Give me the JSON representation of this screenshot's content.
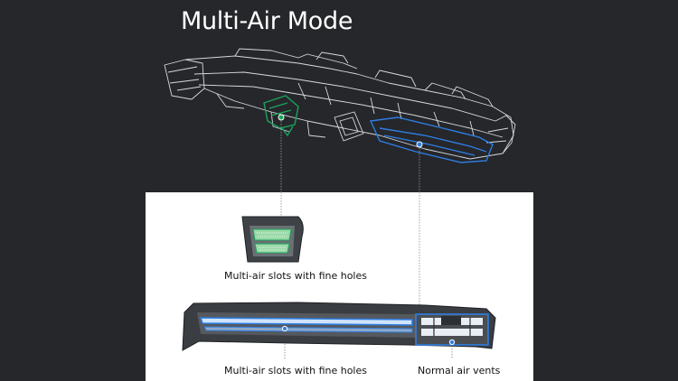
{
  "title": "Multi-Air Mode",
  "callouts": [
    {
      "id": "small-part",
      "label": "Multi-air slots with fine holes",
      "color": "#1aa35a"
    },
    {
      "id": "strip",
      "label": "Multi-air slots with fine holes",
      "color": "#2f7de1"
    },
    {
      "id": "vents",
      "label": "Normal air vents",
      "color": "#2f7de1"
    }
  ],
  "colors": {
    "background": "#25272b",
    "panel": "#ffffff",
    "accent_green": "#1aa35a",
    "accent_blue": "#2f7de1"
  }
}
